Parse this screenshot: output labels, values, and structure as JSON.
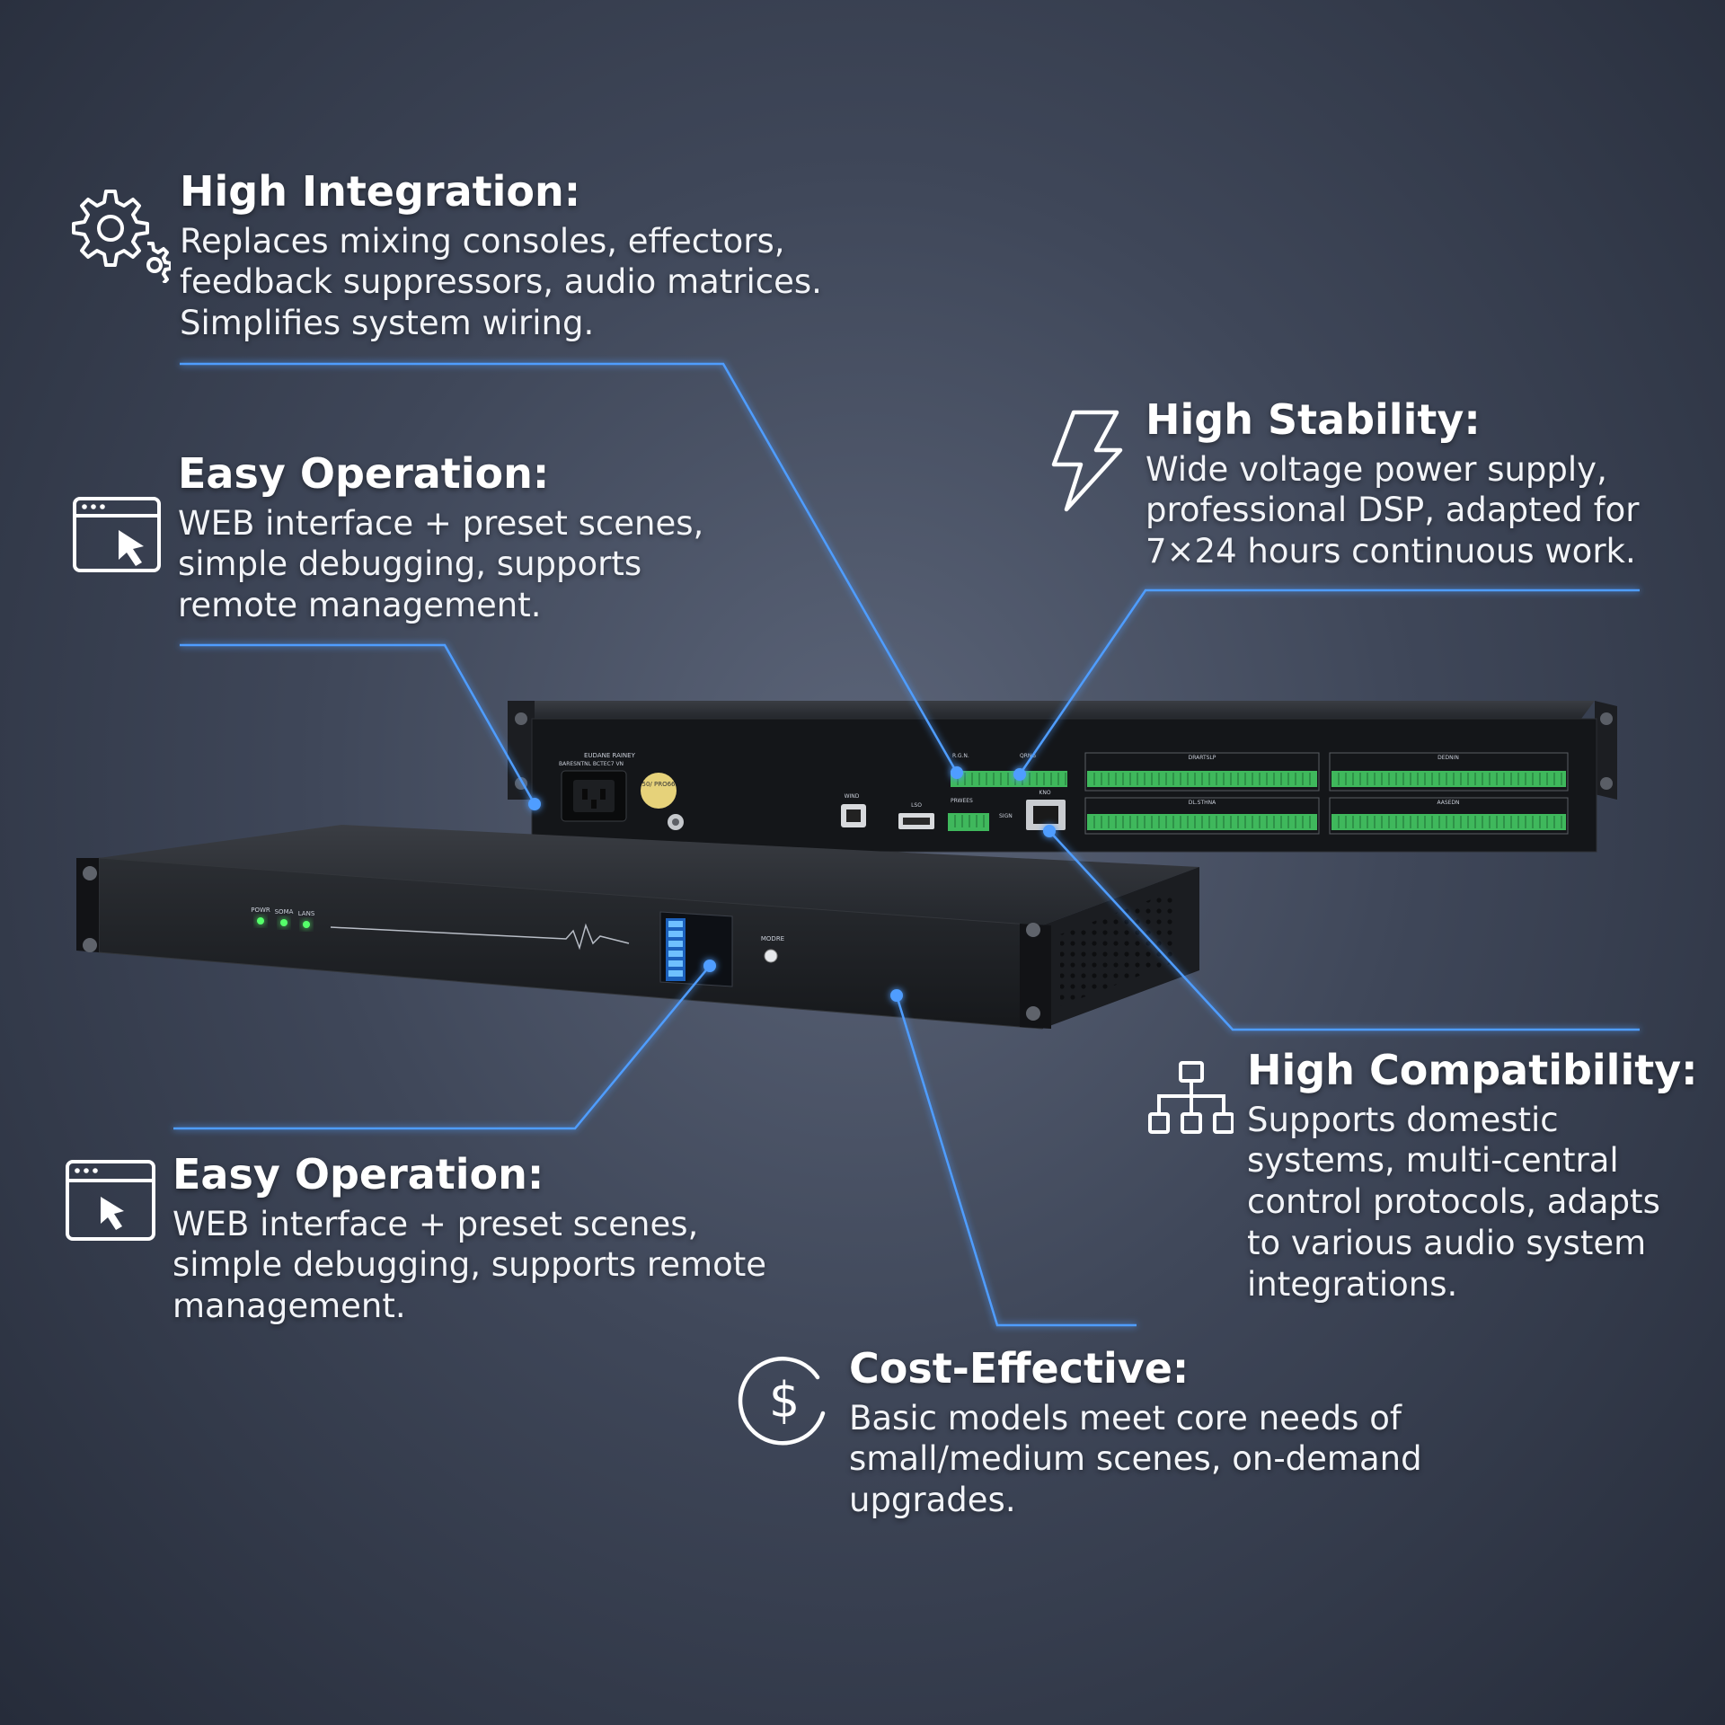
{
  "callouts": {
    "integration": {
      "title": "High Integration:",
      "lines": [
        "Replaces mixing consoles, effectors,",
        "feedback suppressors, audio matrices.",
        "Simplifies system wiring."
      ],
      "icon": "gears-icon"
    },
    "easy_top": {
      "title": "Easy Operation:",
      "lines": [
        "WEB interface + preset scenes,",
        "simple debugging, supports",
        "remote management."
      ],
      "icon": "browser-cursor-icon"
    },
    "stability": {
      "title": "High Stability:",
      "lines": [
        "Wide voltage power supply,",
        "professional DSP, adapted for",
        "7×24 hours continuous work."
      ],
      "icon": "lightning-icon"
    },
    "compatibility": {
      "title": "High Compatibility:",
      "lines": [
        "Supports domestic",
        "systems, multi-central",
        "control protocols, adapts",
        "to various audio system",
        "integrations."
      ],
      "icon": "network-tree-icon"
    },
    "easy_bottom": {
      "title": "Easy Operation:",
      "lines": [
        "WEB interface + preset scenes,",
        "simple debugging, supports remote",
        "management."
      ],
      "icon": "browser-cursor-icon"
    },
    "cost": {
      "title": "Cost-Effective:",
      "lines": [
        "Basic models meet core needs of",
        "small/medium scenes, on-demand",
        "upgrades."
      ],
      "icon": "dollar-circle-icon"
    }
  },
  "device": {
    "front_leds": [
      "POWR",
      "SOMA",
      "LANS"
    ],
    "mode_label": "MODRE",
    "rear_labels": {
      "top_left": "EUDANE RAINEY",
      "sub_left": "BARESNTNL BCTEC7 VN",
      "fuse_badge": "50/ PRO66",
      "usb_b": "WIND",
      "usb_a": "LSO",
      "rj45": "KNO",
      "aux": "SIGN",
      "block_small": "PRWEES",
      "row1_a": "DRARTSLP",
      "row1_b": "DEDNIN",
      "row2_a": "DL.STHNA",
      "row2_b": "AASEDN",
      "small_top": "R.G.N.",
      "small_top2": "QRNG"
    }
  },
  "colors": {
    "accent": "#4f9dff",
    "terminal_green": "#3fb85c",
    "led_green": "#55ff6a",
    "display_blue": "#3aa0ff"
  }
}
